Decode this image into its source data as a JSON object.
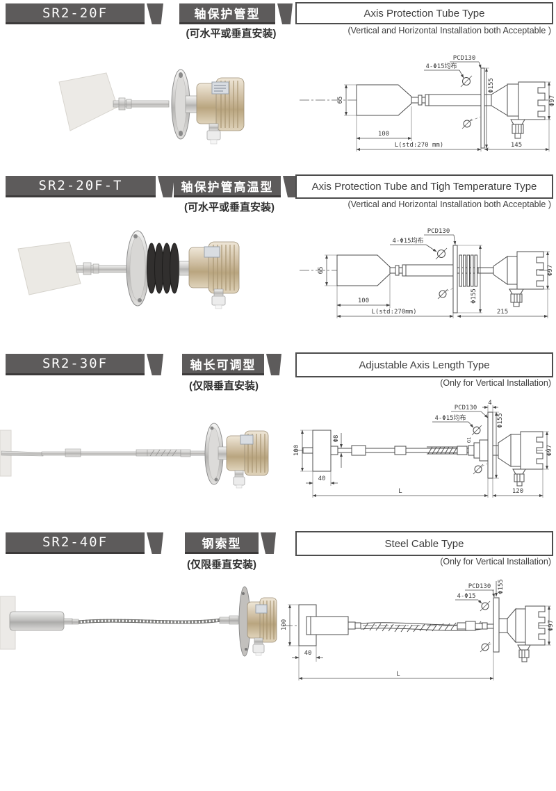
{
  "colors": {
    "banner": "#5d5b5b",
    "banner_edge": "#3c3a3a",
    "line": "#4c4c4c",
    "text": "#3c3c3c",
    "housing_gold": "#c9b691",
    "metal": "#c9c8c6"
  },
  "sections": [
    {
      "model": "SR2-20F",
      "type_cn": "轴保护管型",
      "note_cn": "(可水平或垂直安装)",
      "title_en": "Axis Protection Tube Type",
      "note_en": "(Vertical and Horizontal Installation both Acceptable )",
      "drawing": {
        "pcd": "PCD130",
        "holes": "4-Φ15均布",
        "flange_dia": "Φ155",
        "housing_dia": "Φ97",
        "dim_paddle": "65",
        "dim_a": "100",
        "dim_len": "L(std:270 mm)",
        "dim_right": "145"
      }
    },
    {
      "model": "SR2-20F-T",
      "type_cn": "轴保护管高温型",
      "note_cn": "(可水平或垂直安装)",
      "title_en": "Axis Protection Tube and Tigh Temperature Type",
      "note_en": "(Vertical and Horizontal Installation both Acceptable )",
      "drawing": {
        "pcd": "PCD130",
        "holes": "4-Φ15均布",
        "flange_dia": "Φ155",
        "housing_dia": "Φ97",
        "dim_paddle": "65",
        "dim_a": "100",
        "dim_len": "L(std:270mm)",
        "dim_right": "215"
      }
    },
    {
      "model": "SR2-30F",
      "type_cn": "轴长可调型",
      "note_cn": "(仅限垂直安装)",
      "title_en": "Adjustable Axis Length Type",
      "note_en": "(Only for Vertical Installation)",
      "drawing": {
        "pcd": "PCD130",
        "holes": "4-Φ15均布",
        "flange_dia": "Φ155",
        "flange_w": "4",
        "shaft_dia": "Φ8",
        "thread": "G1",
        "housing_dia": "Φ97",
        "dim_v": "100",
        "dim_b": "40",
        "dim_len": "L",
        "dim_right": "120"
      }
    },
    {
      "model": "SR2-40F",
      "type_cn": "钢索型",
      "note_cn": "(仅限垂直安装)",
      "title_en": "Steel Cable Type",
      "note_en": "(Only for Vertical Installation)",
      "drawing": {
        "pcd": "PCD130",
        "holes": "4-Φ15",
        "flange_dia": "Φ155",
        "housing_dia": "Φ97",
        "dim_v": "100",
        "dim_b": "40",
        "dim_len": "L"
      }
    }
  ]
}
